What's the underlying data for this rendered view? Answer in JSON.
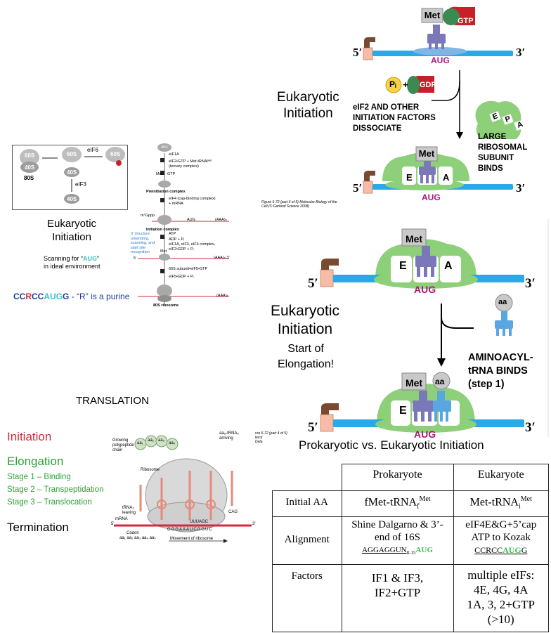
{
  "left_panel": {
    "label_60s": "60S",
    "label_40s": "40S",
    "label_80s": "80S",
    "label_eif6": "eIF6",
    "label_eif3": "eIF3",
    "caption_line1": "Eukaryotic",
    "caption_line2": "Initiation",
    "scanning_prefix": "Scanning for “",
    "scanning_aug": "AUG",
    "scanning_suffix": "”",
    "scanning_line2": "in ideal environment",
    "kozak_c1": "CC",
    "kozak_r": "R",
    "kozak_c2": "CC",
    "kozak_aug": "AUG",
    "kozak_g": "G",
    "kozak_note": " - “R” is a purine"
  },
  "pathway": {
    "top_label": "40S",
    "step1": "eIF1A",
    "step2_line1": "eIF2•GTP + Met-tRNAᵢᴹᵉᵗ",
    "step2_line2": "(ternary complex)",
    "met_gtp": "Met",
    "gtp": "GTP",
    "preinit": "Preinitiation complex",
    "step3_line1": "eIF4 (cap-binding complex)",
    "step3_line2": "+ mRNA",
    "m7": "m⁷Gppp",
    "aug1": "AUG",
    "aaa": "(AAA)ₙ",
    "init_complex": "Initiation complex",
    "struct_line1": "3′ structure",
    "struct_line2": "unwinding,",
    "struct_line3": "scanning, and",
    "struct_line4": "start site",
    "struct_line5": "recognition",
    "atp": "ATP",
    "adp": "ADP + Pᵢ",
    "release_line1": "eIF1A, eIF3, eIF4 complex,",
    "release_line2": "eIF2•GDP + Pᵢ",
    "met2": "Met",
    "five": "5′",
    "aaa2": "(AAA)ₙ 3′",
    "join": "60S subunit•eIF5•GTP",
    "release2": "eIF5•GDP + Pᵢ",
    "aaa3": "(AAA)ₙ",
    "ribo80s": "80S ribosome"
  },
  "fig_caption_1": {
    "line1": "Figure 6-72 (part 3 of 5)  Molecular Biology of the",
    "line2": "Cell (© Garland Science 2008)"
  },
  "top_right": {
    "title_line1": "Eukaryotic",
    "title_line2": "Initiation",
    "met": "Met",
    "gtp": "GTP",
    "aug": "AUG",
    "five": "5′",
    "three": "3′",
    "pi": "Pᵢ",
    "plus": "+",
    "gdp": "GDP",
    "dissoc_line1": "eIF2 AND OTHER",
    "dissoc_line2": "INITIATION FACTORS",
    "dissoc_line3": "DISSOCIATE",
    "large_line1": "LARGE",
    "large_line2": "RIBOSOMAL",
    "large_line3": "SUBUNIT",
    "large_line4": "BINDS",
    "e": "E",
    "p": "P",
    "a": "A",
    "met2": "Met",
    "aug2": "AUG",
    "five2": "5′",
    "three2": "3′"
  },
  "middle_right": {
    "title_line1": "Eukaryotic",
    "title_line2": "Initiation",
    "sub_line1": "Start of",
    "sub_line2": "Elongation!",
    "met": "Met",
    "e": "E",
    "a": "A",
    "aug": "AUG",
    "five": "5′",
    "three": "3′",
    "aa": "aa",
    "amino_line1": "AMINOACYL-",
    "amino_line2": "tRNA BINDS",
    "amino_line3": "(step 1)",
    "met2": "Met",
    "aa2": "aa",
    "e2": "E",
    "aug2": "AUG",
    "five2": "5′",
    "three2": "3′"
  },
  "fig_caption_2": {
    "line1": "ure 6-72 (part 4 of 5)",
    "line2": "lecul",
    "line3": "Data"
  },
  "translation": {
    "heading": "TRANSLATION",
    "initiation": "Initiation",
    "elongation": "Elongation",
    "stage1": "Stage 1 –  Binding",
    "stage2": "Stage 2 – Transpeptidation",
    "stage3": "Stage 3 – Translocation",
    "termination": "Termination"
  },
  "ribosome_fig": {
    "growing_line1": "Growing",
    "growing_line2": "polypeptide",
    "growing_line3": "chain",
    "aa1": "aa₁",
    "aa2": "aa₂",
    "aa3": "aa₃",
    "aa4": "aa₄",
    "arriving_line1": "aa₅-tRNA₅",
    "arriving_line2": "arriving",
    "ribosome": "Ribosome",
    "trna_line1": "tRNA₃",
    "trna_line2": "leaving",
    "mrna": "mRNA",
    "five": "5′",
    "three": "3′",
    "codons": "GGGAAAUCGGUC",
    "codon_seq": "UUUAGC",
    "anti": "CAG",
    "codon_label": "Codon",
    "aa_row": "aa₁ aa₂ aa₃ aa₄ aa₅",
    "movement": "Movement of ribosome"
  },
  "table": {
    "title": "Prokaryotic vs. Eukaryotic Initiation",
    "header_pro": "Prokaryote",
    "header_euk": "Eukaryote",
    "row1_label": "Initial AA",
    "row1_pro_a": "fMet-tRNA",
    "row1_pro_sub": "f",
    "row1_pro_sup": "Met",
    "row1_euk_a": "Met-tRNA",
    "row1_euk_sub": "i",
    "row1_euk_sup": "Met",
    "row2_label": "Alignment",
    "row2_pro_line1": "Shine Dalgarno & 3’-",
    "row2_pro_line2": "end of 16S",
    "row2_pro_seq": "AGGAGGUN",
    "row2_pro_sub": "8-15",
    "row2_pro_aug": "AUG",
    "row2_euk_line1": "eIF4E&G+5’cap",
    "row2_euk_line2": "ATP to Kozak",
    "row2_euk_seq": "CCRCC",
    "row2_euk_aug": "AUG",
    "row2_euk_g": "G",
    "row3_label": "Factors",
    "row3_pro_line1": "IF1 & IF3,",
    "row3_pro_line2": "IF2+GTP",
    "row3_euk_line1": "multiple eIFs:",
    "row3_euk_line2": "4E, 4G, 4A",
    "row3_euk_line3": "1A, 3, 2+GTP",
    "row3_euk_line4": "(>10)"
  },
  "colors": {
    "mrna": "#2aa8e8",
    "aug": "#b0147e",
    "ribo_green": "#8ed07a",
    "trna": "#7a78b8",
    "trna_blue": "#5aa6e0",
    "gtp_green": "#3a8a52",
    "gtp_red": "#c8202a",
    "initiation_red": "#d7263d",
    "elongation_green": "#2ea236",
    "kozak_blue": "#1f3d99",
    "kozak_red": "#d7263d",
    "kozak_teal": "#3ec3c8"
  }
}
